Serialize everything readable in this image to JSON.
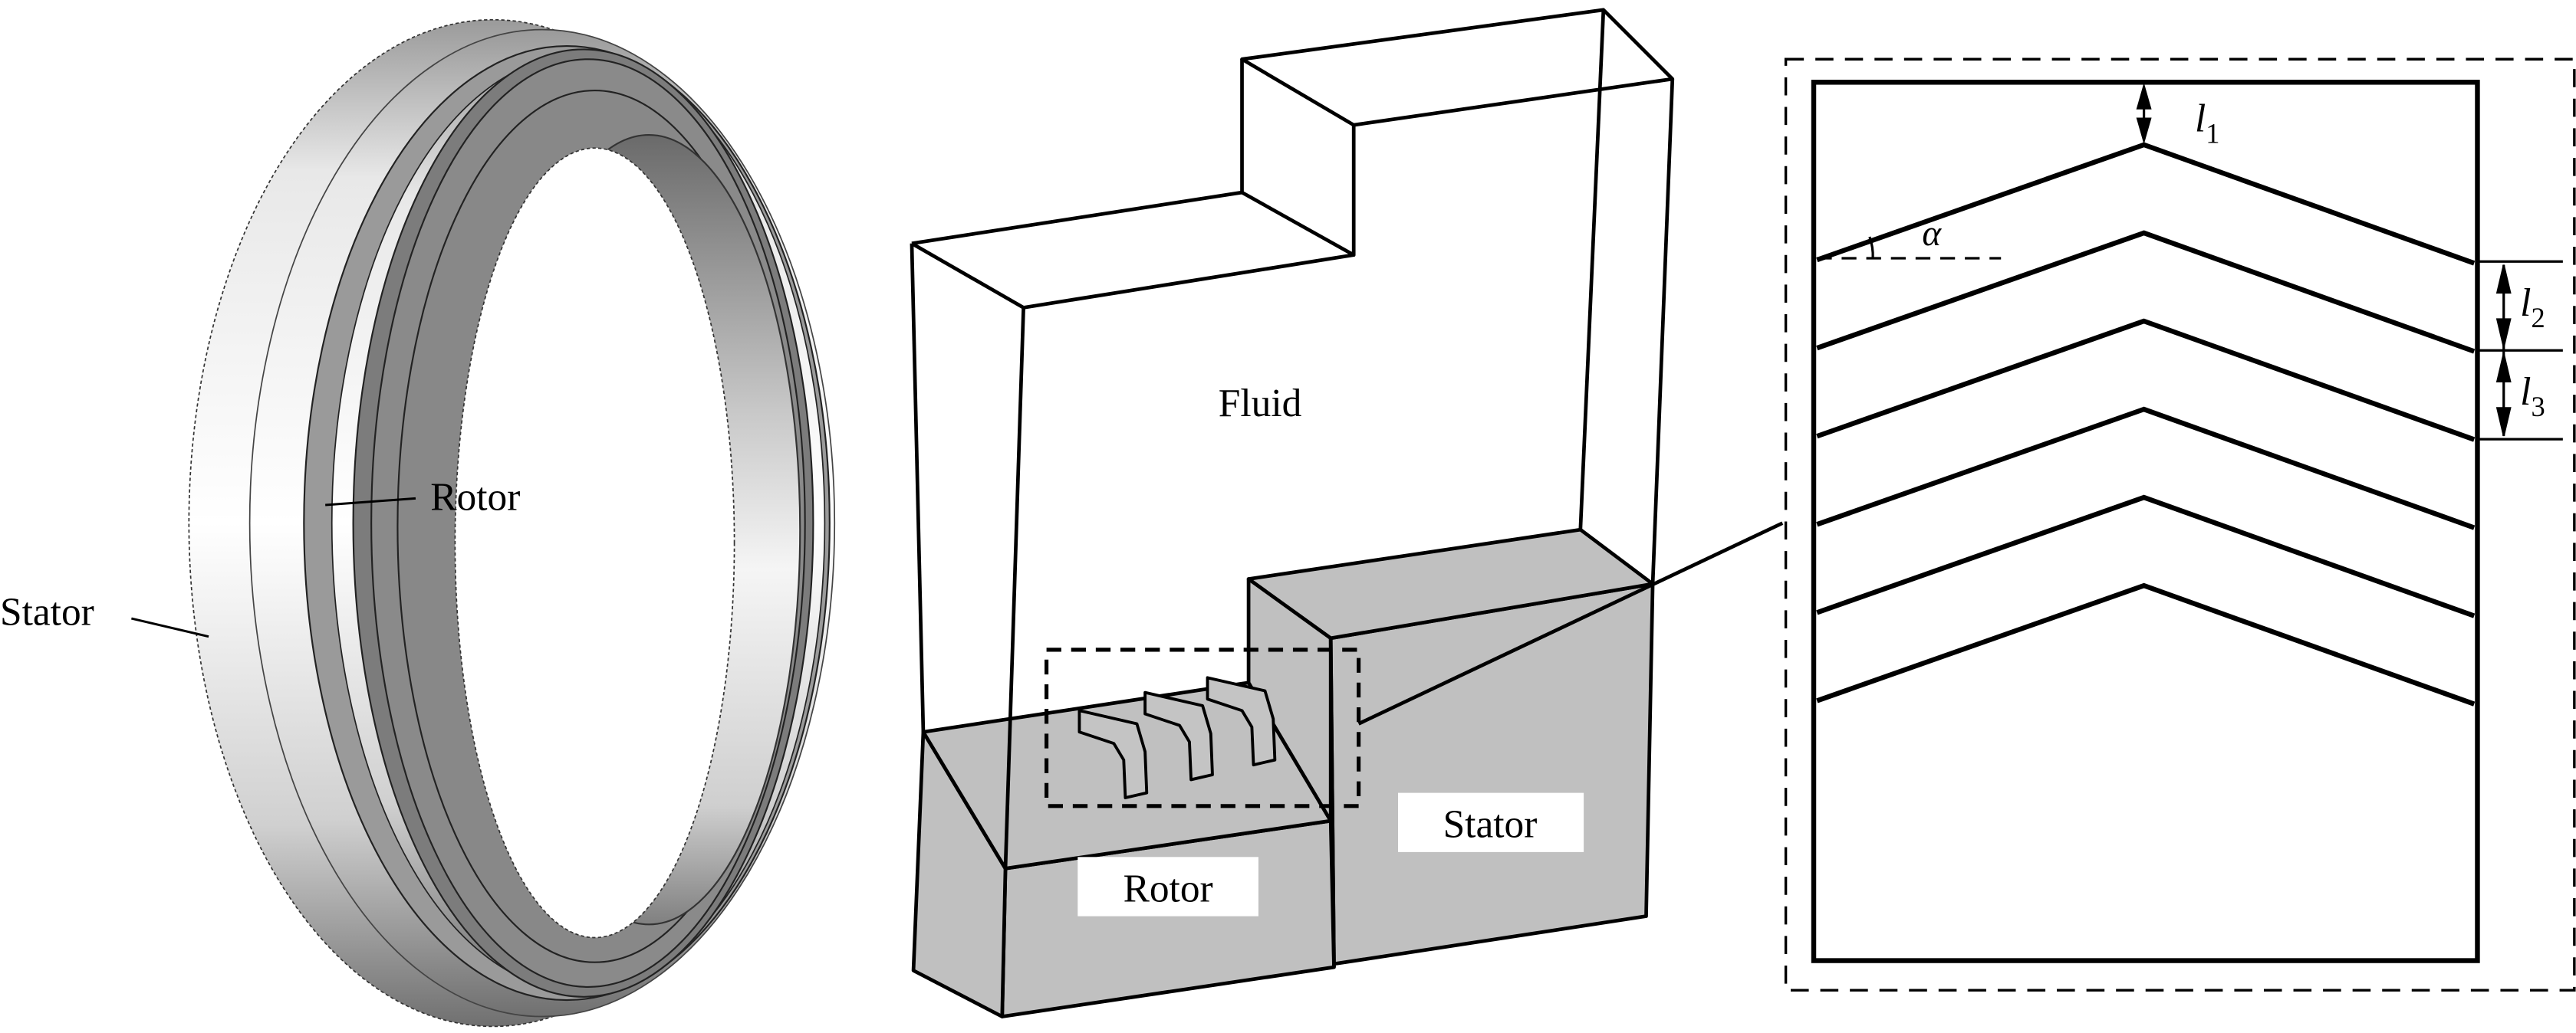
{
  "figure": {
    "panels": [
      {
        "id": "ring-assembly",
        "labels": {
          "rotor": "Rotor",
          "stator": "Stator"
        }
      },
      {
        "id": "fluid-domain",
        "labels": {
          "fluid": "Fluid",
          "rotor": "Rotor",
          "stator": "Stator"
        }
      },
      {
        "id": "groove-detail",
        "labels": {
          "l1": "l",
          "l1_sub": "1",
          "l2": "l",
          "l2_sub": "2",
          "l3": "l",
          "l3_sub": "3",
          "alpha": "α"
        },
        "groove_count": 6
      }
    ],
    "colors": {
      "solid_fill": "#c0c0c0",
      "line": "#000000",
      "ring_dark": "#7a7a7a",
      "ring_light": "#f2f2f2"
    }
  }
}
